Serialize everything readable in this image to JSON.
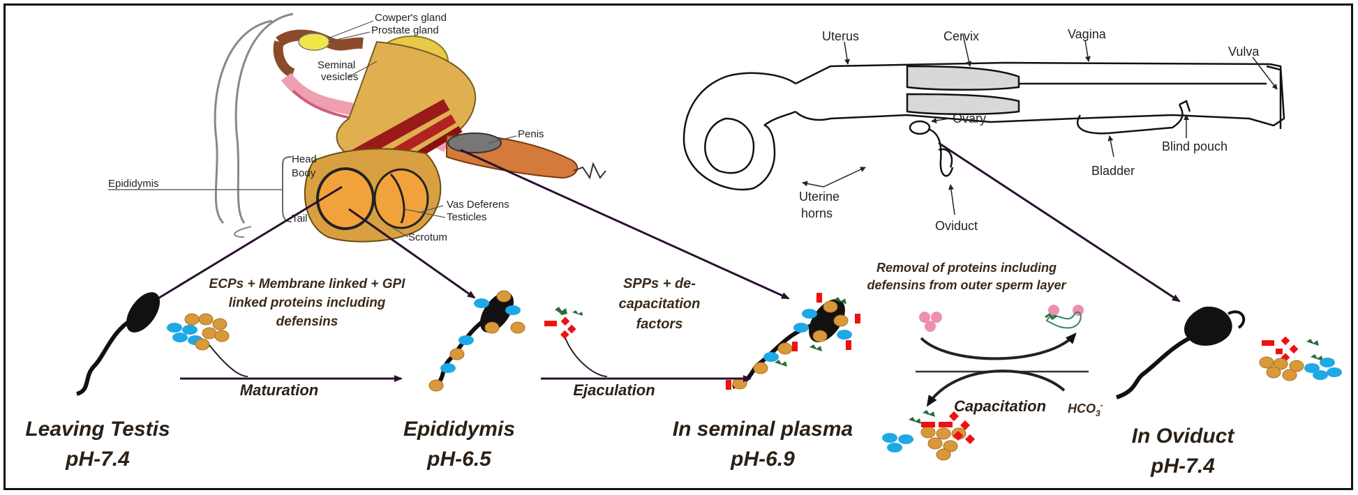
{
  "male_labels": {
    "cowpers_gland": "Cowper's gland",
    "prostate_gland": "Prostate gland",
    "seminal_vesicles_1": "Seminal",
    "seminal_vesicles_2": "vesicles",
    "penis": "Penis",
    "head": "Head",
    "body": "Body",
    "tail": "Tail",
    "epididymis": "Epididymis",
    "vas_deferens": "Vas Deferens",
    "testicles": "Testicles",
    "scrotum": "Scrotum"
  },
  "female_labels": {
    "uterus": "Uterus",
    "cervix": "Cervix",
    "vagina": "Vagina",
    "vulva": "Vulva",
    "ovary": "Ovary",
    "blind_pouch": "Blind pouch",
    "bladder": "Bladder",
    "uterine_horns_1": "Uterine",
    "uterine_horns_2": "horns",
    "oviduct": "Oviduct"
  },
  "stages": [
    {
      "name": "Leaving Testis",
      "ph": "pH-7.4"
    },
    {
      "name": "Epididymis",
      "ph": "pH-6.5"
    },
    {
      "name": "In seminal plasma",
      "ph": "pH-6.9"
    },
    {
      "name": "In Oviduct",
      "ph": "pH-7.4"
    }
  ],
  "transitions": {
    "maturation": "Maturation",
    "ejaculation": "Ejaculation",
    "capacitation": "Capacitation"
  },
  "notes": {
    "ecps_1": "ECPs + Membrane linked + GPI",
    "ecps_2": "linked proteins including",
    "ecps_3": "defensins",
    "spps_1": "SPPs + de-",
    "spps_2": "capacitation",
    "spps_3": "factors",
    "removal_1": "Removal of proteins including",
    "removal_2": "defensins from outer sperm layer"
  },
  "hco3": "HCO",
  "hco3_sub": "3",
  "hco3_sup": "-",
  "colors": {
    "blue_protein": "#1fa8e6",
    "orange_protein": "#d9993a",
    "red_protein": "#ee1111",
    "green_protein": "#2f6b3a",
    "pink_protein": "#ee8fb0",
    "arrow": "#2b1030"
  }
}
